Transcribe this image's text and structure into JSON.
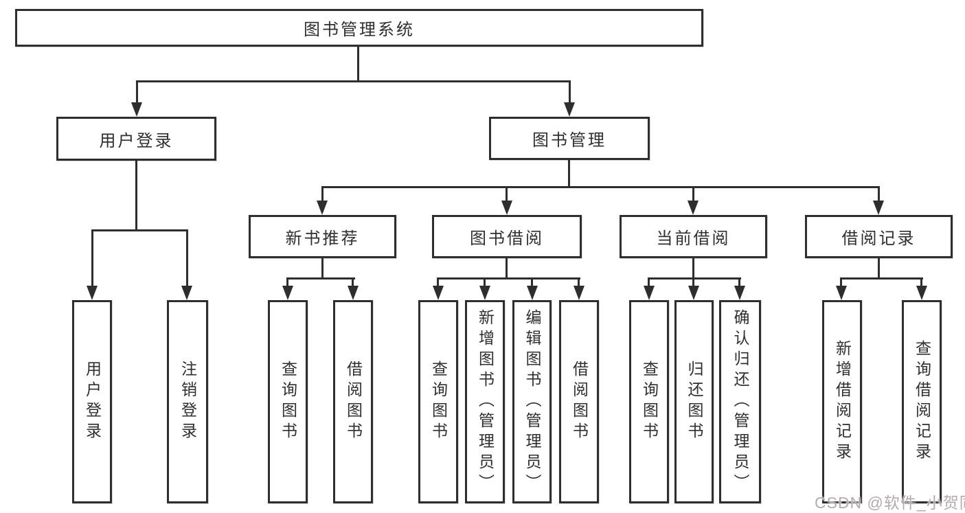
{
  "diagram": {
    "title": "图书管理系统",
    "type": "function-structure-tree",
    "colors": {
      "line": "#2e2e2e",
      "text": "#2f2f2f",
      "box_background": "#ffffff",
      "page_background": "#ffffff",
      "watermark": "#b3abab"
    },
    "tree": {
      "label": "图书管理系统",
      "children": [
        {
          "label": "用户登录",
          "children": [
            {
              "label": "用户登录"
            },
            {
              "label": "注销登录"
            }
          ]
        },
        {
          "label": "图书管理",
          "children": [
            {
              "label": "新书推荐",
              "children": [
                {
                  "label": "查询图书"
                },
                {
                  "label": "借阅图书"
                }
              ]
            },
            {
              "label": "图书借阅",
              "children": [
                {
                  "label": "查询图书"
                },
                {
                  "label": "新增图书（管理员）"
                },
                {
                  "label": "编辑图书（管理员）"
                },
                {
                  "label": "借阅图书"
                }
              ]
            },
            {
              "label": "当前借阅",
              "children": [
                {
                  "label": "查询图书"
                },
                {
                  "label": "归还图书"
                },
                {
                  "label": "确认归还（管理员）"
                }
              ]
            },
            {
              "label": "借阅记录",
              "children": [
                {
                  "label": "新增借阅记录"
                },
                {
                  "label": "查询借阅记录"
                }
              ]
            }
          ]
        }
      ]
    },
    "watermark": {
      "text": "CSDN @软件_小贺同学"
    }
  }
}
